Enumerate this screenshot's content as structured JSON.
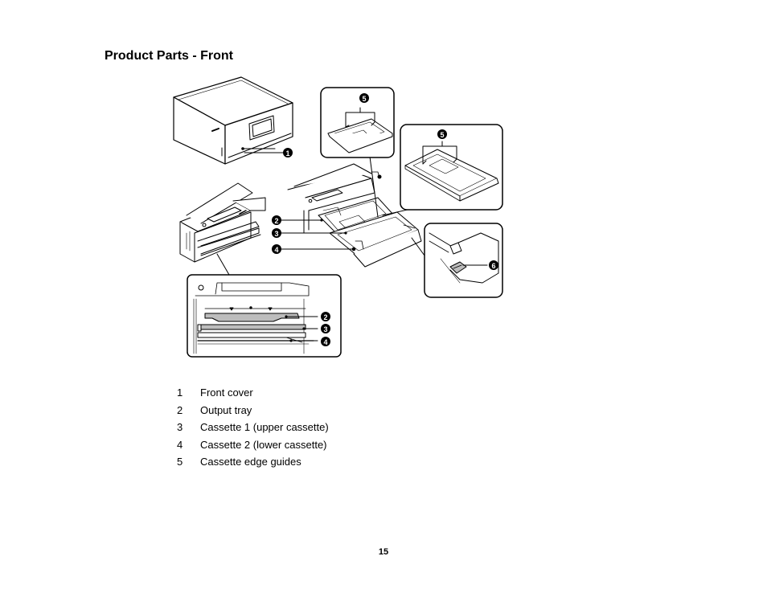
{
  "page": {
    "title": "Product Parts - Front",
    "page_number": "15"
  },
  "callouts": {
    "c1": "1",
    "c2": "2",
    "c3": "3",
    "c4": "4",
    "c5": "5",
    "c6": "6"
  },
  "parts": [
    {
      "num": "1",
      "label": "Front cover"
    },
    {
      "num": "2",
      "label": "Output tray"
    },
    {
      "num": "3",
      "label": "Cassette 1 (upper cassette)"
    },
    {
      "num": "4",
      "label": "Cassette 2 (lower cassette)"
    },
    {
      "num": "5",
      "label": "Cassette edge guides"
    }
  ],
  "colors": {
    "ink": "#000000",
    "tray_fill": "#bdbdbd",
    "background": "#ffffff"
  }
}
